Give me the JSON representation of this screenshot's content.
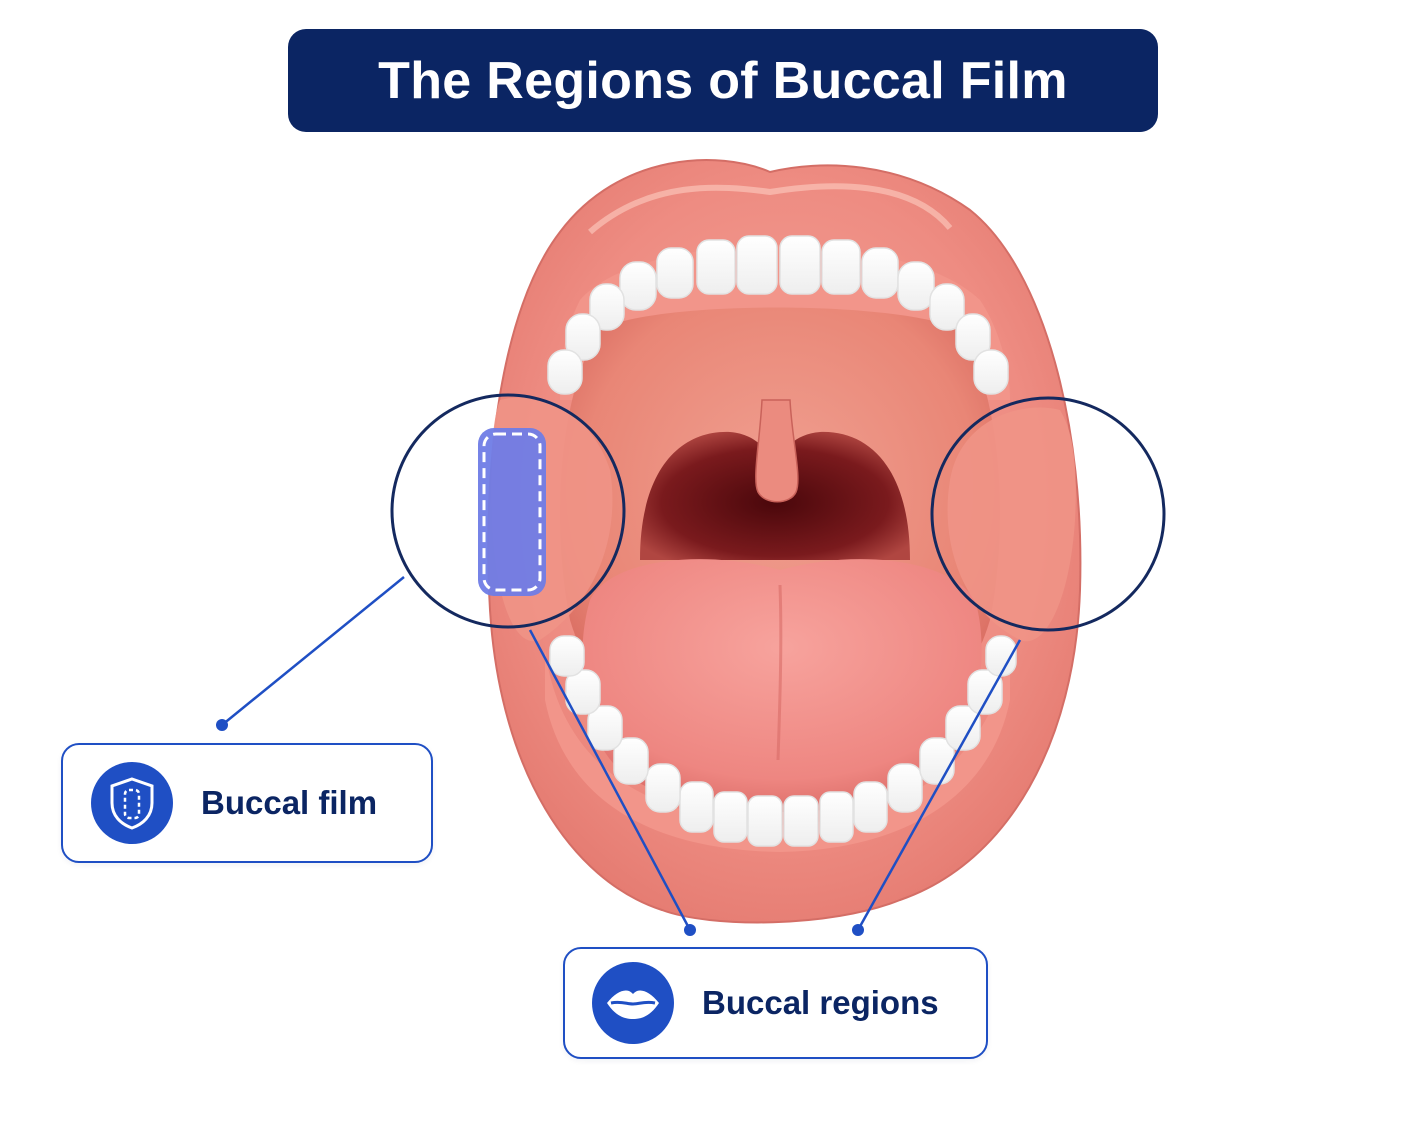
{
  "title": "The Regions of Buccal Film",
  "callouts": {
    "film": {
      "label": "Buccal film",
      "icon": "shield-film-icon"
    },
    "regions": {
      "label": "Buccal regions",
      "icon": "lips-icon"
    }
  },
  "colors": {
    "banner": "#0b2563",
    "accent": "#1f4fc4",
    "text": "#0b2563",
    "outline": "#14295f",
    "film_patch": "#6f7ce6",
    "lip": "#ee8c82",
    "mouth_dark": "#5e0f12",
    "tongue": "#f18d88",
    "teeth": "#ffffff"
  }
}
